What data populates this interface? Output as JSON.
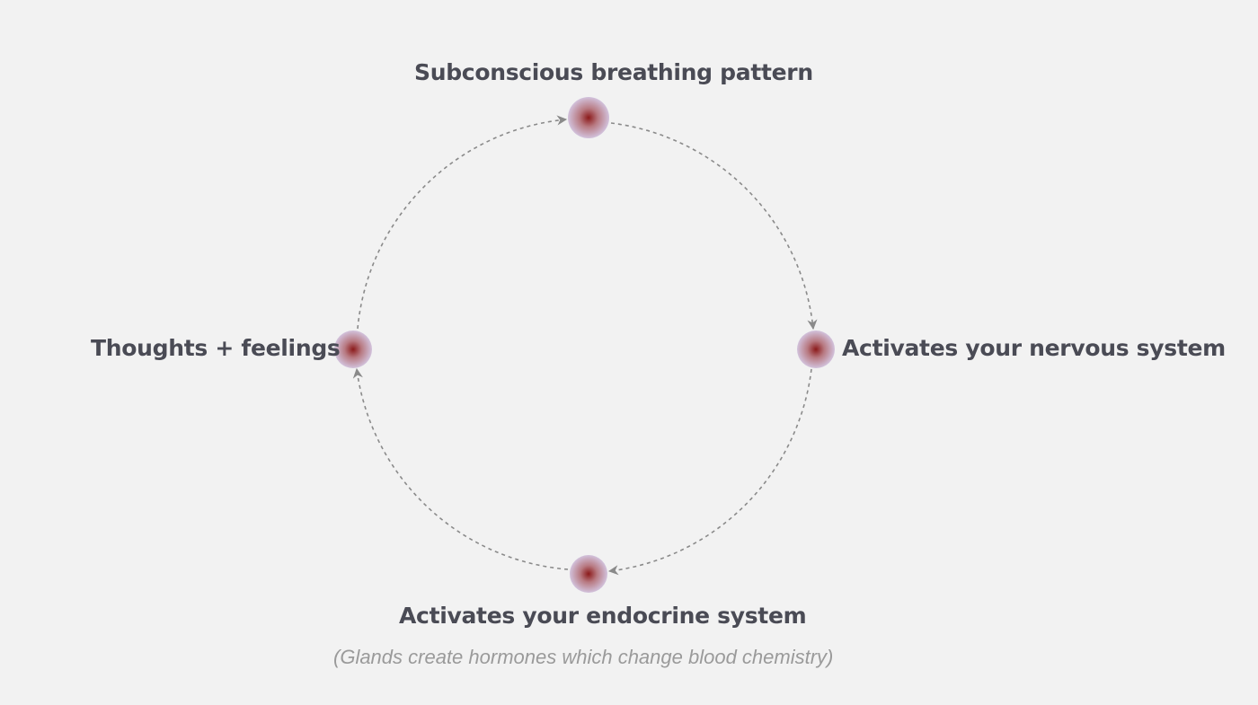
{
  "nodes": {
    "top": {
      "label": "Subconscious breathing pattern"
    },
    "right": {
      "label": "Activates your nervous system"
    },
    "bottom": {
      "label": "Activates your endocrine system",
      "note": "(Glands create hormones which change blood chemistry)"
    },
    "left": {
      "label": "Thoughts + feelings"
    }
  },
  "colors": {
    "node_center": "#8b1a1a",
    "node_edge": "#c9b6d6",
    "arrow": "#8a8a8a",
    "text": "#4a4b55",
    "note": "#9a9a9a"
  }
}
